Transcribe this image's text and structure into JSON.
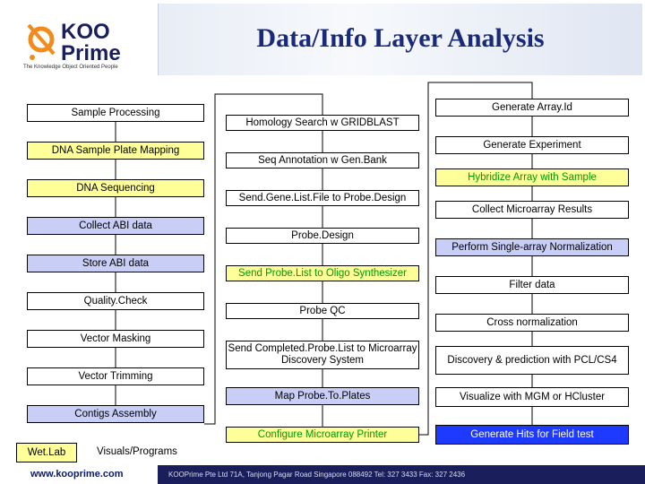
{
  "header": {
    "logo_name_1": "KOO",
    "logo_name_2": "Prime",
    "logo_tagline": "The Knowledge Object Oriented People",
    "title": "Data/Info Layer Analysis"
  },
  "colors": {
    "wet_lab": "#ffff99",
    "program": "#c8cef5",
    "highlight": "#1e3aff",
    "green_text": "#009900",
    "title": "#1a2a7a",
    "footer_bar": "#1a1f5c"
  },
  "left_column": [
    {
      "label": "Sample Processing",
      "kind": "white"
    },
    {
      "label": "DNA Sample Plate Mapping",
      "kind": "yellow"
    },
    {
      "label": "DNA Sequencing",
      "kind": "yellow"
    },
    {
      "label": "Collect ABI data",
      "kind": "program"
    },
    {
      "label": "Store ABI data",
      "kind": "program"
    },
    {
      "label": "Quality.Check",
      "kind": "white"
    },
    {
      "label": "Vector Masking",
      "kind": "white"
    },
    {
      "label": "Vector Trimming",
      "kind": "white"
    },
    {
      "label": "Contigs Assembly",
      "kind": "program"
    }
  ],
  "middle_column": [
    {
      "label": "Homology Search  w GRIDBLAST",
      "kind": "white"
    },
    {
      "label": "Seq Annotation w Gen.Bank",
      "kind": "white"
    },
    {
      "label": "Send.Gene.List.File to Probe.Design",
      "kind": "white"
    },
    {
      "label": "Probe.Design",
      "kind": "white"
    },
    {
      "label": "Send Probe.List to Oligo Synthesizer",
      "kind": "yellow-green"
    },
    {
      "label": "Probe QC",
      "kind": "white"
    },
    {
      "label": "Send Completed.Probe.List to Microarray Discovery System",
      "kind": "white"
    },
    {
      "label": "Map Probe.To.Plates",
      "kind": "program"
    },
    {
      "label": "Configure Microarray Printer",
      "kind": "yellow-green"
    }
  ],
  "right_column": [
    {
      "label": "Generate Array.Id",
      "kind": "white"
    },
    {
      "label": "Generate Experiment",
      "kind": "white"
    },
    {
      "label": "Hybridize Array with Sample",
      "kind": "yellow-green"
    },
    {
      "label": "Collect Microarray Results",
      "kind": "white"
    },
    {
      "label": "Perform Single-array Normalization",
      "kind": "program"
    },
    {
      "label": "Filter data",
      "kind": "white"
    },
    {
      "label": "Cross normalization",
      "kind": "white"
    },
    {
      "label": "Discovery &  prediction with PCL/CS4",
      "kind": "white"
    },
    {
      "label": "Visualize with MGM or HCluster",
      "kind": "white"
    },
    {
      "label": "Generate Hits for Field test",
      "kind": "blue"
    }
  ],
  "legend": {
    "wet_lab": "Wet.Lab",
    "programs": "Visuals/Programs"
  },
  "footer": {
    "url": "www.kooprime.com",
    "company": "KOOPrime Pte Ltd 71A, Tanjong Pagar Road Singapore 088492 Tel: 327 3433 Fax: 327 2436"
  }
}
